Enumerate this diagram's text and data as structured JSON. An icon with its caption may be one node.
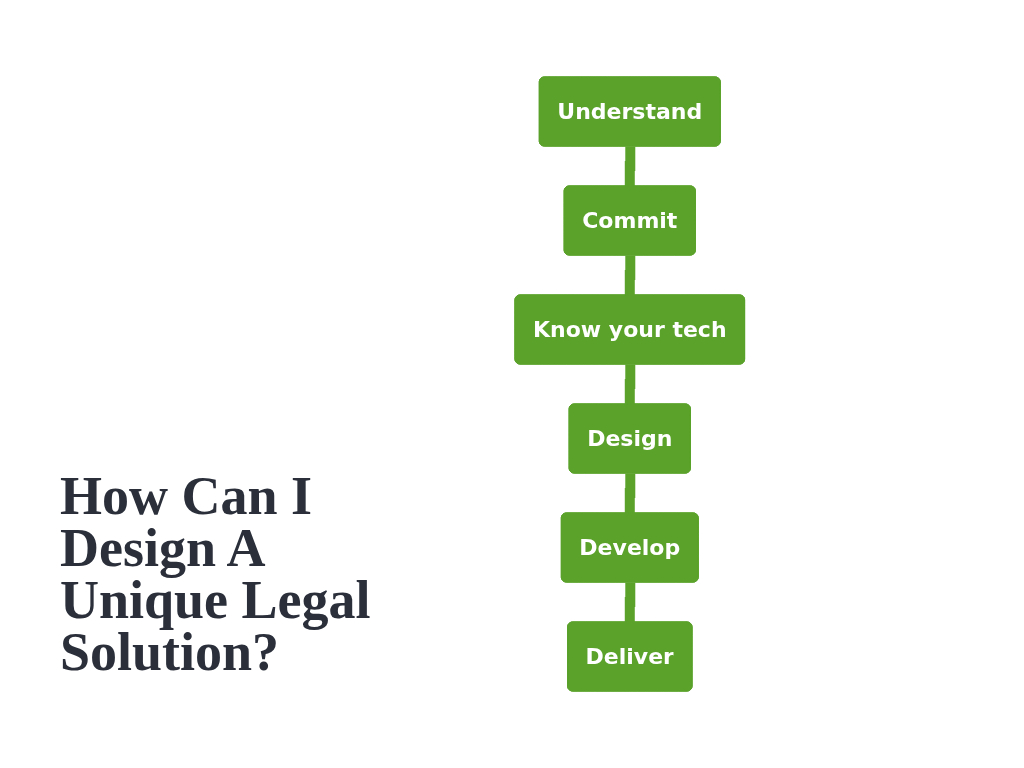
{
  "diagram": {
    "title": "How Can I Design A Unique Legal Solution?",
    "nodes": [
      {
        "text": [
          "Understand"
        ]
      },
      {
        "text": [
          "Commit"
        ]
      },
      {
        "text": [
          "Know your tech"
        ]
      },
      {
        "text": [
          "Design"
        ]
      },
      {
        "text": [
          "Develop"
        ]
      },
      {
        "text": [
          "Deliver"
        ]
      }
    ],
    "edges": [
      {
        "from": 0,
        "to": 1,
        "arrow": "none"
      },
      {
        "from": 1,
        "to": 2,
        "arrow": "none"
      },
      {
        "from": 2,
        "to": 3,
        "arrow": "none"
      },
      {
        "from": 3,
        "to": 4,
        "arrow": "none"
      },
      {
        "from": 4,
        "to": 5,
        "arrow": "none"
      }
    ]
  }
}
